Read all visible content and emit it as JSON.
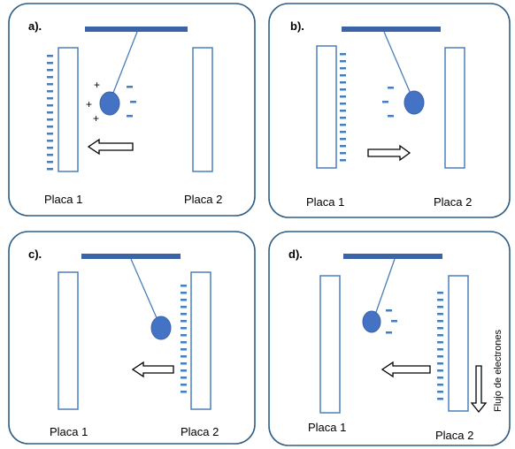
{
  "panels": [
    {
      "label": "a).",
      "plate1": "Placa 1",
      "plate2": "Placa 2"
    },
    {
      "label": "b).",
      "plate1": "Placa 1",
      "plate2": "Placa 2"
    },
    {
      "label": "c).",
      "plate1": "Placa 1",
      "plate2": "Placa 2"
    },
    {
      "label": "d).",
      "plate1": "Placa 1",
      "plate2": "Placa 2",
      "flow_label": "Flujo de electrones"
    }
  ],
  "symbols": {
    "plus": "+",
    "minus": "-"
  },
  "colors": {
    "frame": "#2f5f86",
    "plate": "#4a7ebb",
    "ball": "#4472c4",
    "bar": "#3a64a6"
  }
}
